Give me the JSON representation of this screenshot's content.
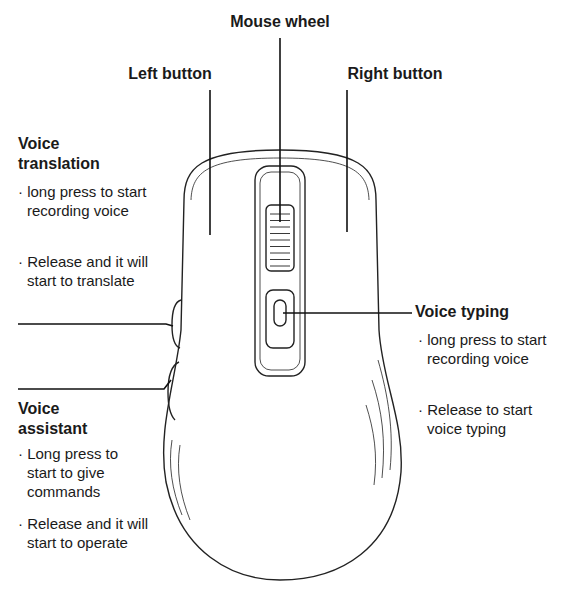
{
  "diagram": {
    "labels": [
      "Mouse wheel",
      "Left button",
      "Right button",
      "Voice translation",
      "· long press to start recording voice",
      "· Release and it will start to translate",
      "Voice typing",
      "· long press to start recording voice",
      "· Release to start voice typing",
      "Voice assistant",
      "· Long press to start to give commands",
      "· Release and it will start to operate"
    ]
  }
}
